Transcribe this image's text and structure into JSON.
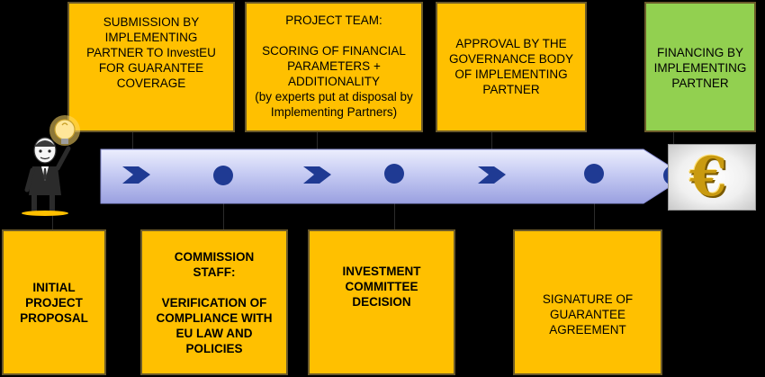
{
  "colors": {
    "box_fill": "#FFC000",
    "final_box_fill": "#92D050",
    "timeline_fill": "#C5CAF0",
    "marker": "#1F3A93"
  },
  "icons": [
    "businessman-with-lightbulb-icon",
    "euro-coin-icon"
  ],
  "top_steps": [
    {
      "id": "submission",
      "text": "SUBMISSION BY\nIMPLEMENTING\nPARTNER TO InvestEU\nFOR GUARANTEE\nCOVERAGE",
      "bold": false
    },
    {
      "id": "project-team",
      "text": "PROJECT TEAM:\n\nSCORING OF FINANCIAL\nPARAMETERS +\nADDITIONALITY\n(by experts put at disposal by\nImplementing Partners)",
      "bold": false
    },
    {
      "id": "approval",
      "text": "APPROVAL BY THE\nGOVERNANCE BODY\nOF IMPLEMENTING\nPARTNER",
      "bold": false
    },
    {
      "id": "financing",
      "text": "FINANCING BY\nIMPLEMENTING\nPARTNER",
      "bold": false
    }
  ],
  "bottom_steps": [
    {
      "id": "initial",
      "text": "INITIAL\nPROJECT\nPROPOSAL",
      "bold": true
    },
    {
      "id": "commission",
      "text": "COMMISSION\nSTAFF:\n\nVERIFICATION OF\nCOMPLIANCE WITH\nEU LAW AND\nPOLICIES",
      "bold": true
    },
    {
      "id": "committee",
      "text": "INVESTMENT\nCOMMITTEE\nDECISION",
      "bold": true
    },
    {
      "id": "signature",
      "text": "SIGNATURE OF\nGUARANTEE\nAGREEMENT",
      "bold": false
    }
  ]
}
